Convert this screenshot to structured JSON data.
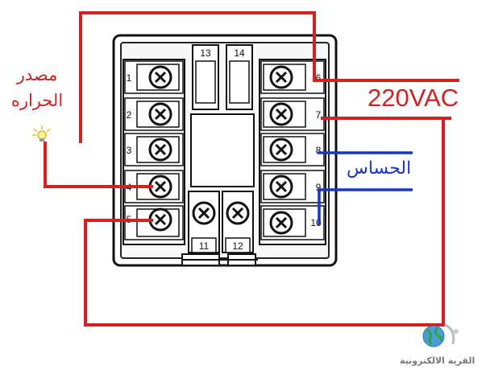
{
  "diagram": {
    "labels": {
      "heat_source_line1": "مصدر",
      "heat_source_line2": "الحراره",
      "voltage": "220VAC",
      "sensor": "الحساس",
      "brand": "القرية الالكترونية"
    },
    "terminals": {
      "left": [
        "1",
        "2",
        "3",
        "4",
        "5"
      ],
      "right": [
        "6",
        "7",
        "8",
        "9",
        "10"
      ],
      "top": [
        "13",
        "14"
      ],
      "bottom": [
        "11",
        "12"
      ]
    },
    "colors": {
      "power_wire": "#d42020",
      "sensor_wire": "#1836c8",
      "outline": "#111111",
      "panel_fill": "#f6f6f6"
    },
    "icons": [
      "lightbulb-icon",
      "globe-logo-icon"
    ]
  }
}
